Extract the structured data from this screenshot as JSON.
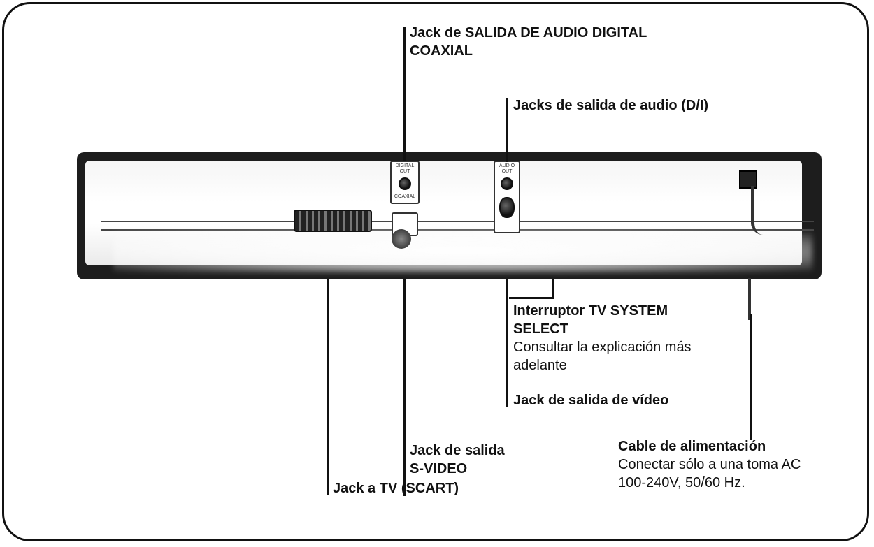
{
  "labels": {
    "digital_out": {
      "title_line1": "Jack de SALIDA DE AUDIO DIGITAL",
      "title_line2": "COAXIAL"
    },
    "audio_out": {
      "title": "Jacks de salida de audio (D/I)"
    },
    "tv_system": {
      "title_line1": "Interruptor TV SYSTEM",
      "title_line2": "SELECT",
      "desc_line1": "Consultar la explicación más",
      "desc_line2": "adelante"
    },
    "video_out": {
      "title": "Jack de salida de vídeo"
    },
    "svideo": {
      "title_line1": "Jack de salida",
      "title_line2": "S-VIDEO"
    },
    "power": {
      "title": "Cable de alimentación",
      "desc_line1": "Conectar sólo a una toma AC",
      "desc_line2": "100-240V, 50/60 Hz."
    },
    "scart": {
      "title": "Jack a TV (SCART)"
    }
  },
  "panel_tags": {
    "digital_line1": "DIGITAL",
    "digital_line2": "OUT",
    "coaxial": "COAXIAL",
    "audio_line1": "AUDIO",
    "audio_line2": "OUT"
  }
}
